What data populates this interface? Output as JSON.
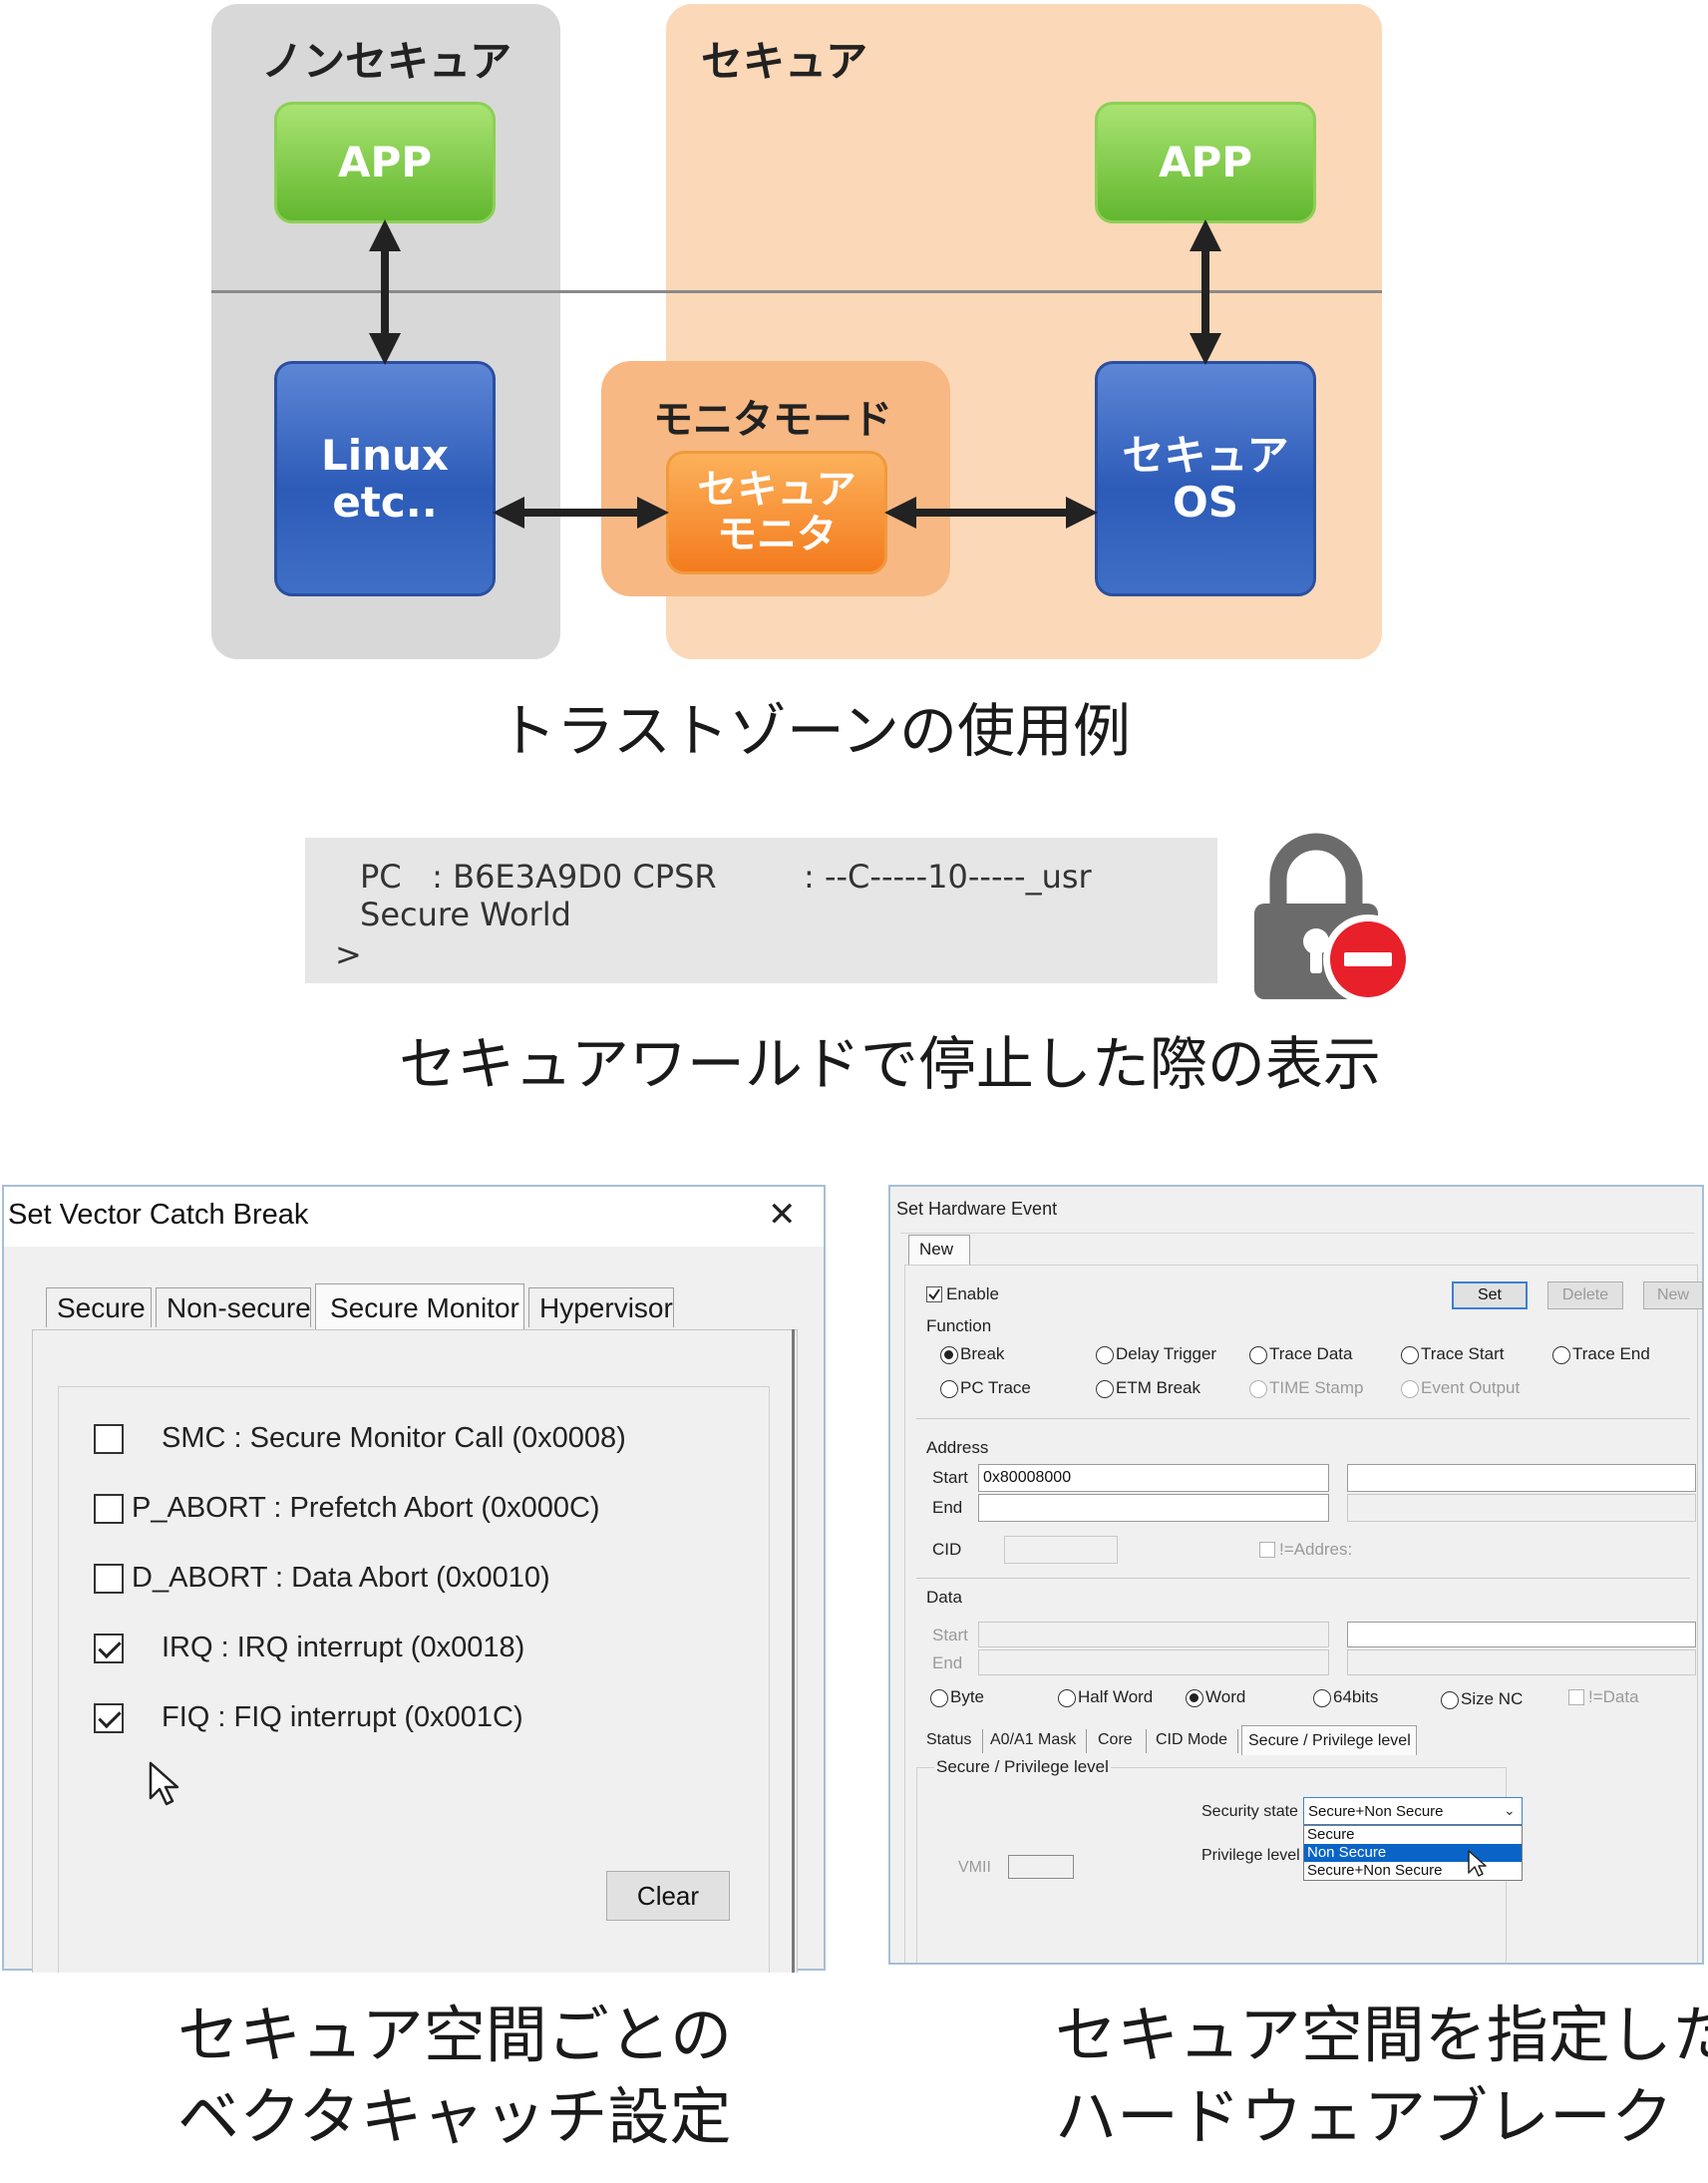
{
  "diagram": {
    "nonsecure_label": "ノンセキュア",
    "secure_label": "セキュア",
    "app_left": "APP",
    "app_right": "APP",
    "linux_line1": "Linux",
    "linux_line2": "etc..",
    "monitor_mode_label": "モニタモード",
    "secure_monitor_line1": "セキュア",
    "secure_monitor_line2": "モニタ",
    "secure_os_line1": "セキュア",
    "secure_os_line2": "OS",
    "caption": "トラストゾーンの使用例"
  },
  "console": {
    "line1_left": "PC   : B6E3A9D0 CPSR",
    "line1_right": ": --C-----10-----_usr",
    "line2": "Secure World",
    "prompt": ">",
    "caption": "セキュアワールドで停止した際の表示",
    "status_color": "#e8202a"
  },
  "vector_catch": {
    "title": "Set Vector Catch Break",
    "close_glyph": "✕",
    "tabs": [
      "Secure",
      "Non-secure",
      "Secure Monitor",
      "Hypervisor"
    ],
    "active_tab": "Secure Monitor",
    "items": [
      {
        "label": "SMC : Secure Monitor Call (0x0008)",
        "checked": false
      },
      {
        "label": "P_ABORT : Prefetch Abort (0x000C)",
        "checked": false
      },
      {
        "label": "D_ABORT : Data Abort (0x0010)",
        "checked": false
      },
      {
        "label": "IRQ : IRQ interrupt (0x0018)",
        "checked": true
      },
      {
        "label": "FIQ : FIQ interrupt (0x001C)",
        "checked": true
      }
    ],
    "clear_button": "Clear",
    "caption_line1": "セキュア空間ごとの",
    "caption_line2": "ベクタキャッチ設定"
  },
  "hw_event": {
    "title": "Set Hardware Event",
    "tab_new": "New",
    "enable_label": "Enable",
    "enable_checked": true,
    "set_button": "Set",
    "delete_button": "Delete",
    "new_button": "New",
    "function_label": "Function",
    "functions": {
      "break": "Break",
      "delay_trigger": "Delay Trigger",
      "trace_data": "Trace Data",
      "trace_start": "Trace Start",
      "trace_end": "Trace End",
      "pc_trace": "PC Trace",
      "etm_break": "ETM Break",
      "time_stamp": "TIME Stamp",
      "event_output": "Event Output"
    },
    "selected_function": "Break",
    "address_label": "Address",
    "start_label": "Start",
    "end_label": "End",
    "start_value": "0x80008000",
    "cid_label": "CID",
    "not_address_label": "!=Addres:",
    "data_label": "Data",
    "data_start_label": "Start",
    "data_end_label": "End",
    "sizes": {
      "byte": "Byte",
      "half_word": "Half Word",
      "word": "Word",
      "bits64": "64bits",
      "size_nc": "Size NC"
    },
    "selected_size": "Word",
    "not_data_label": "!=Data",
    "bottom_tabs": [
      "Status",
      "A0/A1 Mask",
      "Core",
      "CID Mode",
      "Secure / Privilege level"
    ],
    "active_bottom_tab": "Secure / Privilege level",
    "group_label": "Secure / Privilege level",
    "security_state_label": "Security state",
    "security_state_value": "Secure+Non Secure",
    "dropdown_options": [
      "Secure",
      "Non Secure",
      "Secure+Non Secure"
    ],
    "highlighted_option": "Non Secure",
    "privilege_level_label": "Privilege level",
    "vmid_label": "VMII",
    "caption_line1": "セキュア空間を指定した",
    "caption_line2": "ハードウェアブレーク"
  }
}
